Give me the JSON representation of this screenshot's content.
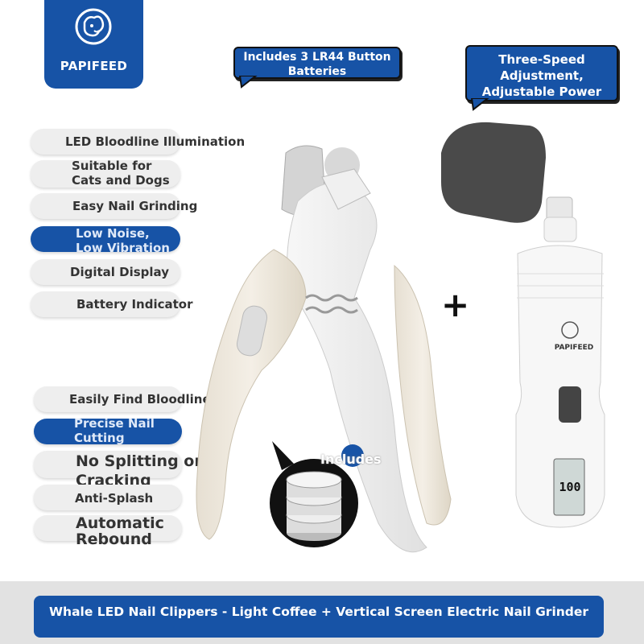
{
  "brand": {
    "logo_text": "PAPIFEED",
    "color": "#1753a6"
  },
  "callouts": {
    "batteries": "Includes 3 LR44 Button Batteries",
    "speed": "Three-Speed Adjustment, Adjustable Power"
  },
  "features": [
    {
      "label": "LED Bloodline Illumination",
      "style": "grey"
    },
    {
      "label": "Suitable for Cats and Dogs",
      "style": "grey"
    },
    {
      "label": "Easy Nail Grinding",
      "style": "grey"
    },
    {
      "label": "Low Noise, Low Vibration",
      "style": "blue"
    },
    {
      "label": "Digital Display",
      "style": "grey"
    },
    {
      "label": "Battery Indicator",
      "style": "grey"
    },
    {
      "label": "Easily Find Bloodline",
      "style": "grey"
    },
    {
      "label": "Precise Nail Cutting",
      "style": "blue"
    },
    {
      "label": "No Splitting or Cracking",
      "style": "grey"
    },
    {
      "label": "Anti-Splash",
      "style": "grey"
    },
    {
      "label": "Automatic Rebound",
      "style": "grey"
    }
  ],
  "plus_sign": "+",
  "includes_label": "Includes",
  "grinder": {
    "brand": "PAPIFEED",
    "display_value": "100"
  },
  "banner": "Whale LED Nail Clippers - Light Coffee + Vertical Screen Electric Nail Grinder"
}
